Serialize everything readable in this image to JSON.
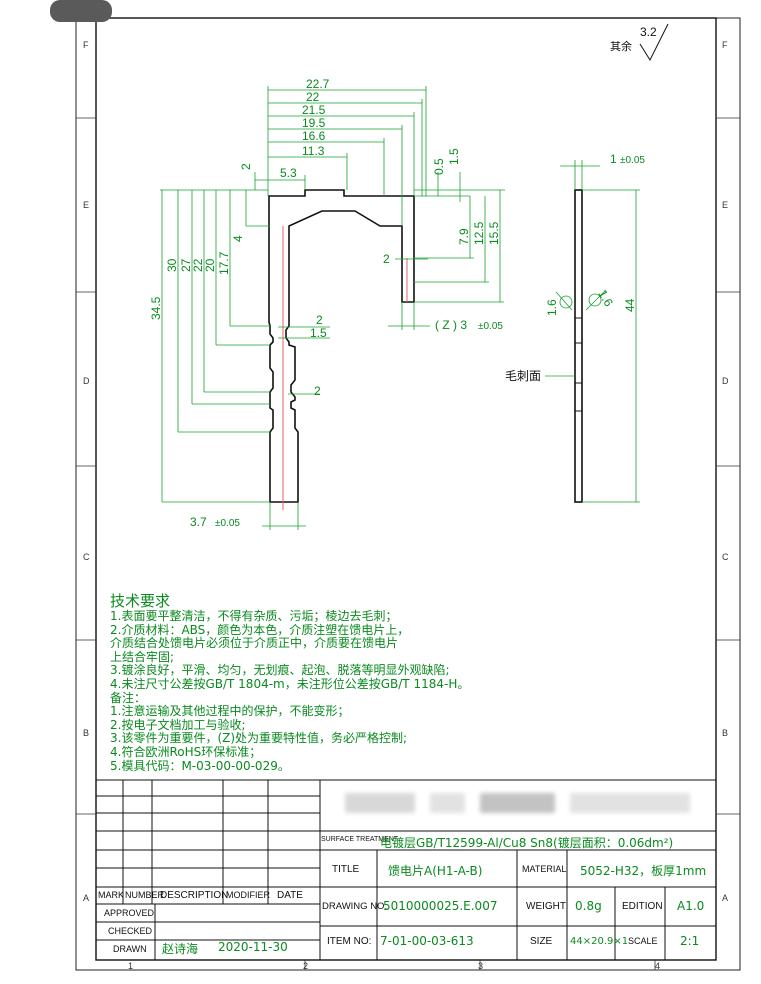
{
  "drawing": {
    "top_dims": [
      "22.7",
      "22",
      "21.5",
      "19.5",
      "16.6",
      "11.3",
      "5.3"
    ],
    "small_top_dims": [
      "2",
      "0.5",
      "1.5"
    ],
    "left_dims": [
      "34.5",
      "30",
      "27",
      "22",
      "20",
      "17.7",
      "4"
    ],
    "right_dims": [
      "7.9",
      "12.5",
      "15.5"
    ],
    "mid_dims": {
      "d2a": "2",
      "d15": "1.5",
      "d2b": "2",
      "d2c": "2"
    },
    "z_dim": "( Z ) 3",
    "z_tol": "±0.05",
    "bottom_dim": "3.7",
    "bottom_tol": "±0.05",
    "thickness": "1",
    "thickness_tol": "±0.05",
    "side_height": "44",
    "radius_a": "1.6",
    "radius_b": "1.6",
    "burr_label": "毛刺面",
    "roughness_value": "3.2",
    "roughness_label": "其余"
  },
  "zones": {
    "rows": [
      "F",
      "E",
      "D",
      "C",
      "B",
      "A"
    ],
    "cols": [
      "1",
      "2",
      "3",
      "4"
    ]
  },
  "notes": {
    "title": "技术要求",
    "lines": [
      "1.表面要平整清洁，不得有杂质、污垢；棱边去毛刺；",
      "2.介质材料：ABS，颜色为本色，介质注塑在馈电片上，",
      "  介质结合处馈电片必须位于介质正中，介质要在馈电片",
      "  上结合牢固;",
      "3.镀涂良好，平滑、均匀，无划痕、起泡、脱落等明显外观缺陷;",
      "4.未注尺寸公差按GB/T 1804-m，未注形位公差按GB/T 1184-H。",
      "备注：",
      "1.注意运输及其他过程中的保护，不能变形；",
      "2.按电子文档加工与验收;",
      "3.该零件为重要件，(Z)处为重要特性值，务必严格控制;",
      "4.符合欧洲RoHS环保标准；",
      "5.模具代码：M-03-00-00-029。"
    ]
  },
  "title_block": {
    "revision_headers": [
      "MARK",
      "NUMBER",
      "DESCRIPTION",
      "MODIFIER",
      "DATE"
    ],
    "approved_label": "APPROVED",
    "checked_label": "CHECKED",
    "drawn_label": "DRAWN",
    "drawn_by": "赵诗海",
    "drawn_date": "2020-11-30",
    "surface_label": "SURFACE TREATMENT",
    "surface_value": "电镀层GB/T12599-Al/Cu8 Sn8(镀层面积：0.06dm²)",
    "title_label": "TITLE",
    "title_value": "馈电片A(H1-A-B)",
    "material_label": "MATERIAL",
    "material_value": "5052-H32，板厚1mm",
    "drawing_no_label": "DRAWING NO:",
    "drawing_no_value": "5010000025.E.007",
    "weight_label": "WEIGHT",
    "weight_value": "0.8g",
    "edition_label": "EDITION",
    "edition_value": "A1.0",
    "item_no_label": "ITEM NO:",
    "item_no_value": "7-01-00-03-613",
    "size_label": "SIZE",
    "size_value": "44×20.9×1",
    "scale_label": "SCALE",
    "scale_value": "2:1"
  }
}
